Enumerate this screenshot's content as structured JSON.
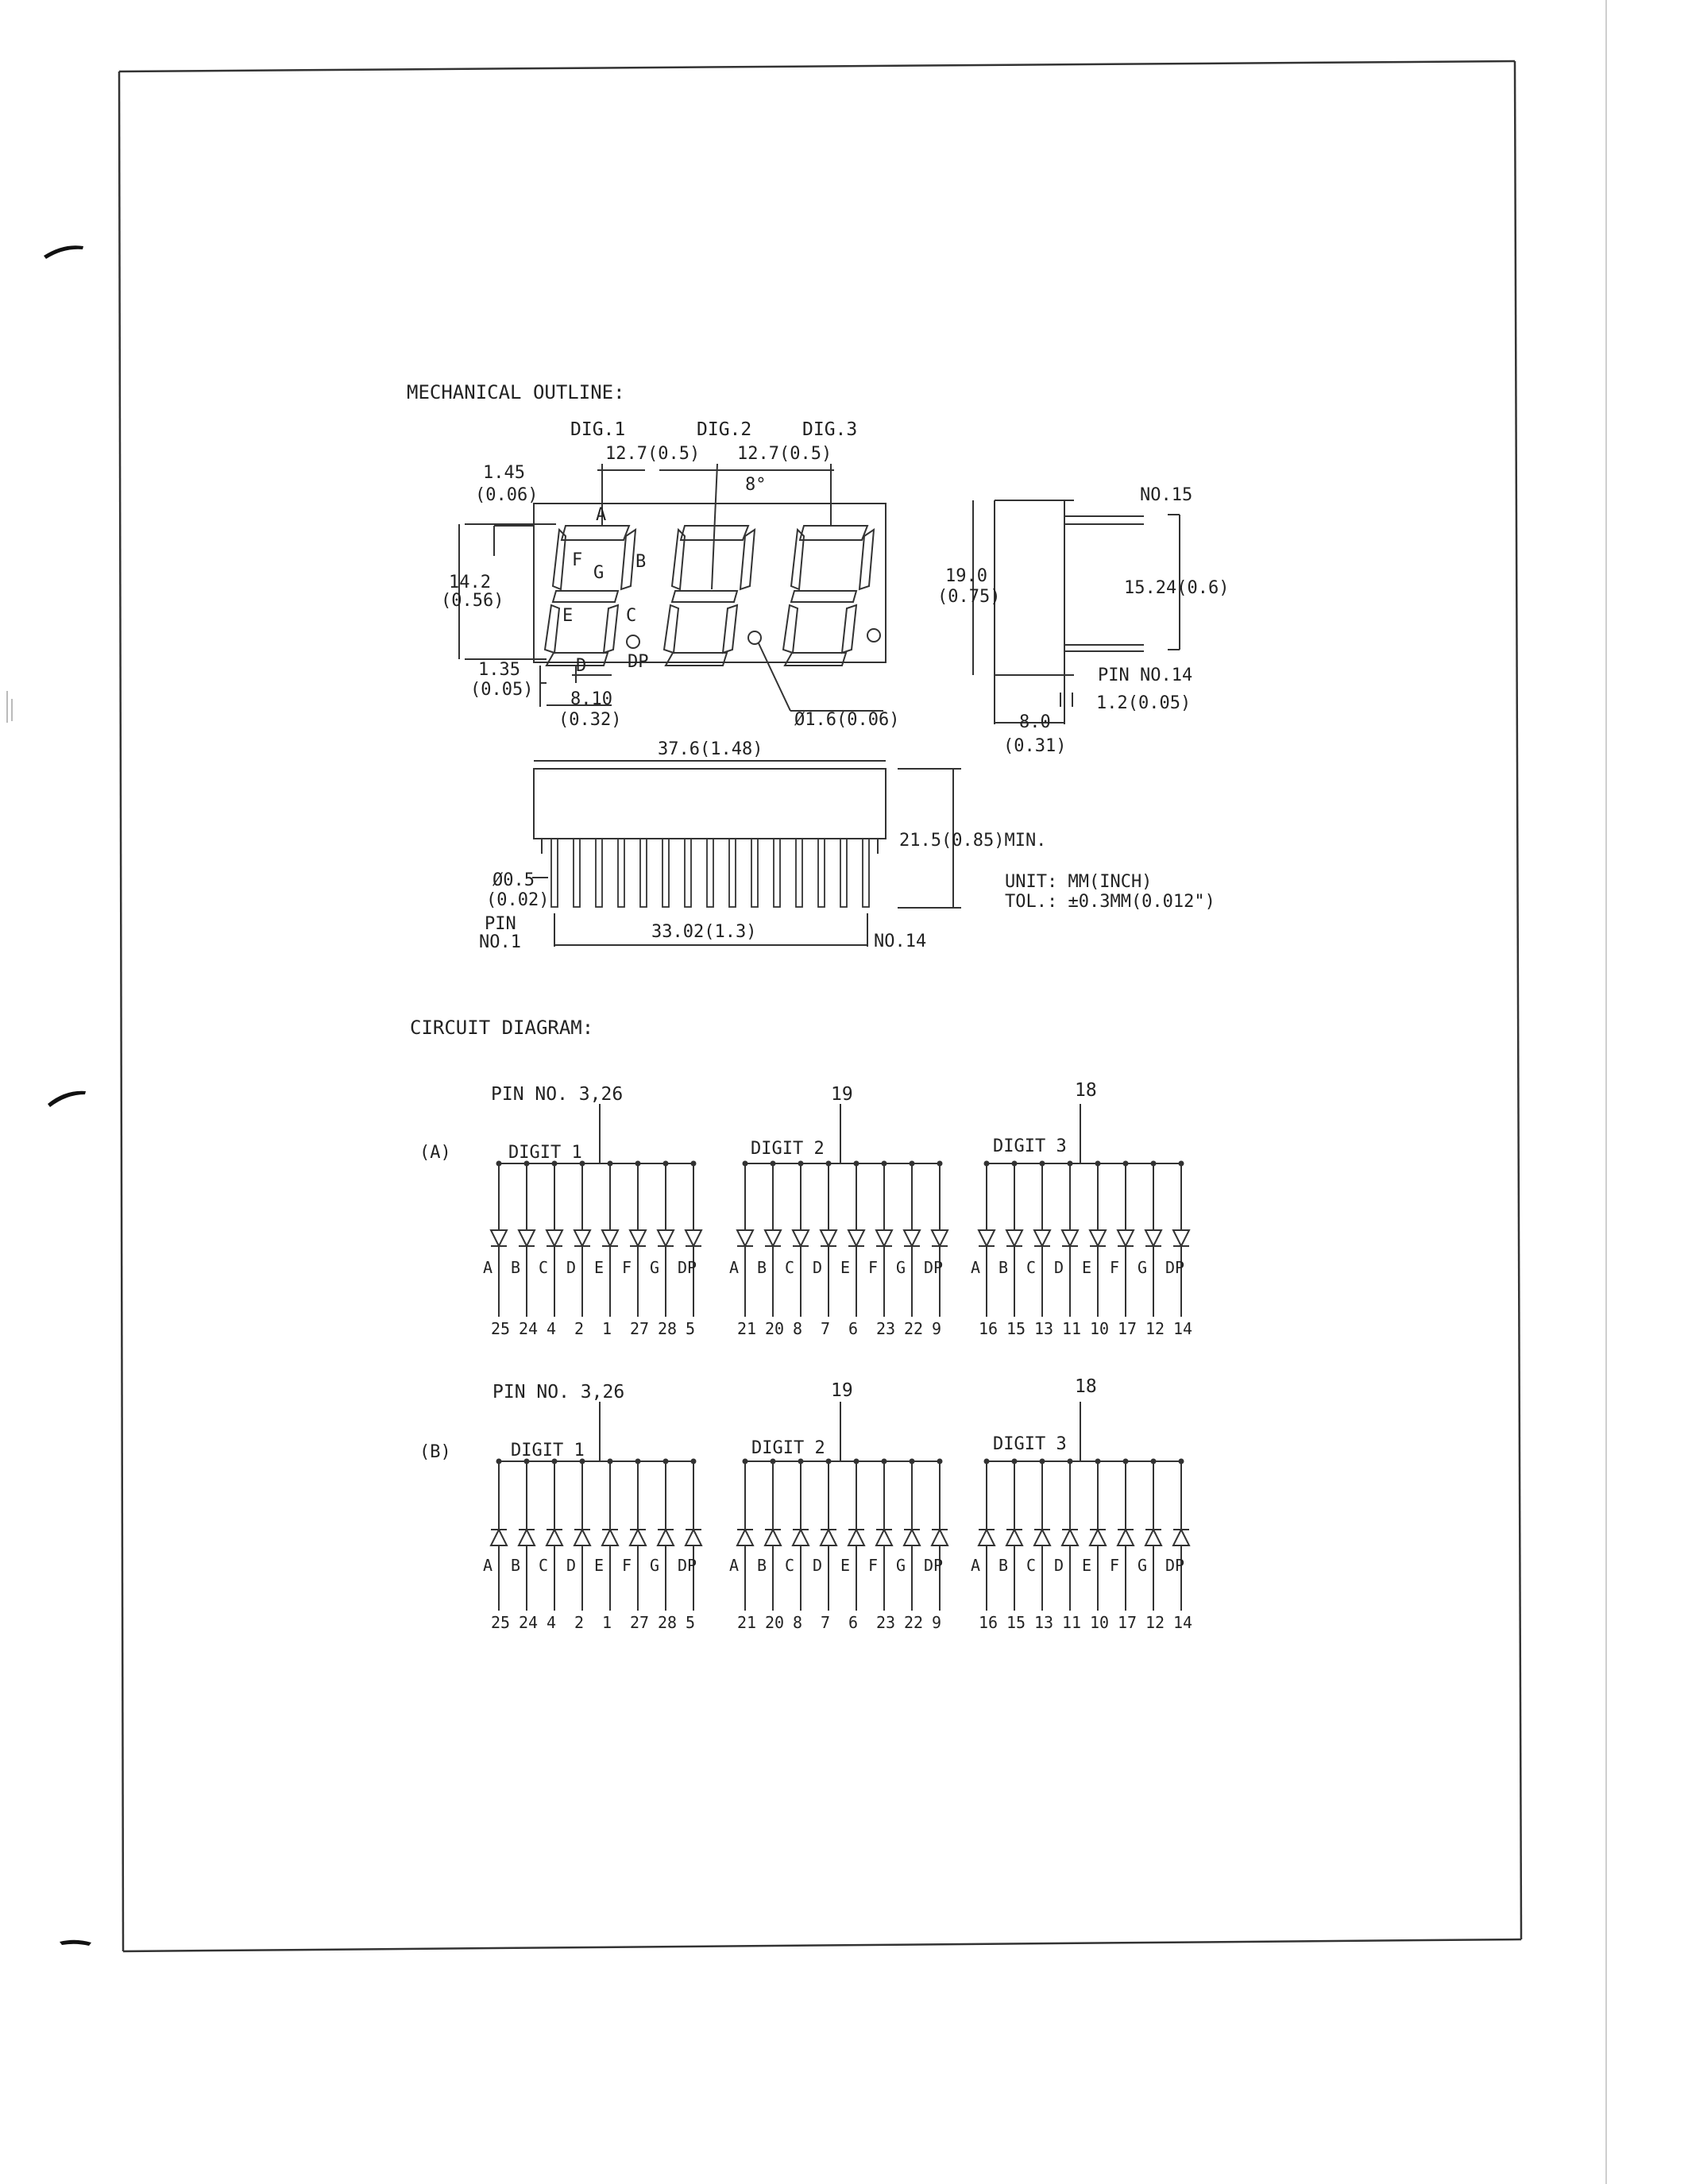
{
  "sections": {
    "mechanical_title": "MECHANICAL OUTLINE:",
    "circuit_title": "CIRCUIT DIAGRAM:"
  },
  "front_view": {
    "digit_labels": [
      "DIG.1",
      "DIG.2",
      "DIG.3"
    ],
    "pitch_1": "12.7(0.5)",
    "pitch_2": "12.7(0.5)",
    "slant": "8°",
    "top_offset_mm": "1.45",
    "top_offset_in": "(0.06)",
    "height_mm": "14.2",
    "height_in": "(0.56)",
    "left_offset_mm": "1.35",
    "left_offset_in": "(0.05)",
    "digit_width_mm": "8.10",
    "digit_width_in": "(0.32)",
    "dp_dia": "Ø1.6(0.06)",
    "segments": {
      "a": "A",
      "b": "B",
      "c": "C",
      "d": "D",
      "e": "E",
      "f": "F",
      "g": "G",
      "dp": "DP"
    }
  },
  "side_view": {
    "height_mm": "19.0",
    "height_in": "(0.75)",
    "pin_no_15": "NO.15",
    "pin_spacing": "15.24(0.6)",
    "pin_no_14": "PIN NO.14",
    "lead_offset": "1.2(0.05)",
    "depth_mm": "8.0",
    "depth_in": "(0.31)"
  },
  "bottom_view": {
    "width": "37.6(1.48)",
    "lead_length": "21.5(0.85)MIN.",
    "lead_dia_mm": "Ø0.5",
    "lead_dia_in": "(0.02)",
    "pin1_a": "PIN",
    "pin1_b": "NO.1",
    "pin_span": "33.02(1.3)",
    "pin14": "NO.14",
    "unit_line": "UNIT: MM(INCH)",
    "tol_line": "TOL.: ±0.3MM(0.012\")"
  },
  "circuit": {
    "panels": [
      {
        "tag": "(A)",
        "direction": "common-anode",
        "groups": [
          {
            "common_pin": "PIN NO. 3,26",
            "digit_label": "DIGIT 1",
            "pins": [
              "25",
              "24",
              "4",
              "2",
              "1",
              "27",
              "28",
              "5"
            ]
          },
          {
            "common_pin": "19",
            "digit_label": "DIGIT 2",
            "pins": [
              "21",
              "20",
              "8",
              "7",
              "6",
              "23",
              "22",
              "9"
            ]
          },
          {
            "common_pin": "18",
            "digit_label": "DIGIT 3",
            "pins": [
              "16",
              "15",
              "13",
              "11",
              "10",
              "17",
              "12",
              "14"
            ]
          }
        ]
      },
      {
        "tag": "(B)",
        "direction": "common-cathode",
        "groups": [
          {
            "common_pin": "PIN NO. 3,26",
            "digit_label": "DIGIT 1",
            "pins": [
              "25",
              "24",
              "4",
              "2",
              "1",
              "27",
              "28",
              "5"
            ]
          },
          {
            "common_pin": "19",
            "digit_label": "DIGIT 2",
            "pins": [
              "21",
              "20",
              "8",
              "7",
              "6",
              "23",
              "22",
              "9"
            ]
          },
          {
            "common_pin": "18",
            "digit_label": "DIGIT 3",
            "pins": [
              "16",
              "15",
              "13",
              "11",
              "10",
              "17",
              "12",
              "14"
            ]
          }
        ]
      }
    ],
    "segment_labels": [
      "A",
      "B",
      "C",
      "D",
      "E",
      "F",
      "G",
      "DP"
    ]
  }
}
